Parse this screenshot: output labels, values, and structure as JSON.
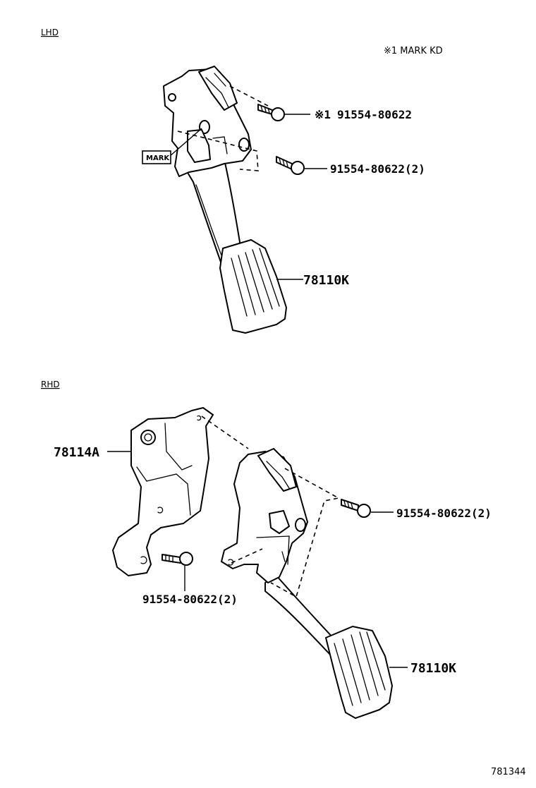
{
  "sections": {
    "lhd": "LHD",
    "rhd": "RHD"
  },
  "note": "※1 MARK KD",
  "lhd": {
    "bolt_marked": {
      "mark": "※1",
      "part": "91554-80622"
    },
    "bolt": "91554-80622(2)",
    "mark_tag": "MARK",
    "pedal": "78110K"
  },
  "rhd": {
    "bracket": "78114A",
    "bolt_right": "91554-80622(2)",
    "bolt_lower": "91554-80622(2)",
    "pedal": "78110K"
  },
  "diagram_id": "781344"
}
